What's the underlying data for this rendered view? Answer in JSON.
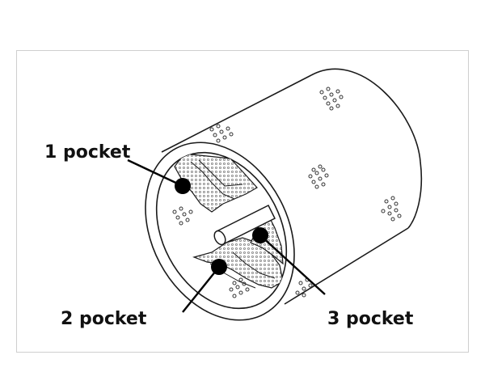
{
  "labels": {
    "pocket_1": "1 pocket",
    "pocket_2": "2 pocket",
    "pocket_3": "3 pocket"
  },
  "colors": {
    "stroke": "#1a1a1a",
    "marker": "#000000",
    "frame": "#cfcfcf",
    "background": "#ffffff"
  }
}
